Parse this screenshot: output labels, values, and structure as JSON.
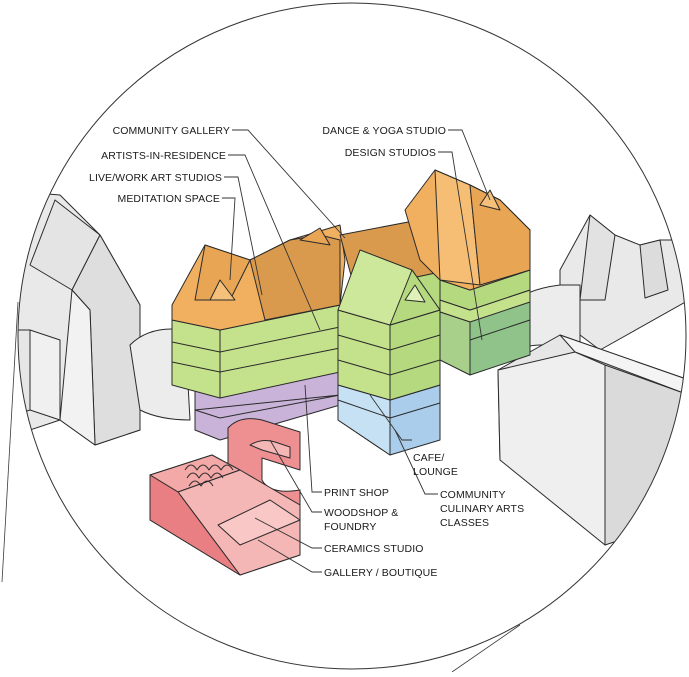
{
  "colors": {
    "roof_orange": "#f0b060",
    "roof_orange_dark": "#d99a4e",
    "green_light": "#cde89a",
    "green_mid": "#b5d97e",
    "green_dark": "#8fc38a",
    "purple": "#c9b3d8",
    "purple_light": "#dcd0e6",
    "blue": "#a9cdea",
    "blue_light": "#c7e1f4",
    "red": "#ee8f92",
    "red_light": "#f5b7b6",
    "gray_building": "#e9e9ea"
  },
  "labels_left_top": [
    {
      "key": "community_gallery",
      "text": "COMMUNITY GALLERY"
    },
    {
      "key": "artists_in_residence",
      "text": "ARTISTS-IN-RESIDENCE"
    },
    {
      "key": "live_work_studios",
      "text": "LIVE/WORK ART STUDIOS"
    },
    {
      "key": "meditation_space",
      "text": "MEDITATION SPACE"
    }
  ],
  "labels_right_top": [
    {
      "key": "dance_yoga",
      "text": "DANCE & YOGA STUDIO"
    },
    {
      "key": "design_studios",
      "text": "DESIGN STUDIOS"
    }
  ],
  "labels_bottom": {
    "cafe_line1": "CAFE/",
    "cafe_line2": "LOUNGE",
    "print_shop": "PRINT SHOP",
    "culinary_line1": "COMMUNITY",
    "culinary_line2": "CULINARY ARTS",
    "culinary_line3": "CLASSES",
    "woodshop_line1": "WOODSHOP &",
    "woodshop_line2": "FOUNDRY",
    "ceramics": "CERAMICS STUDIO",
    "gallery_boutique": "GALLERY / BOUTIQUE"
  }
}
